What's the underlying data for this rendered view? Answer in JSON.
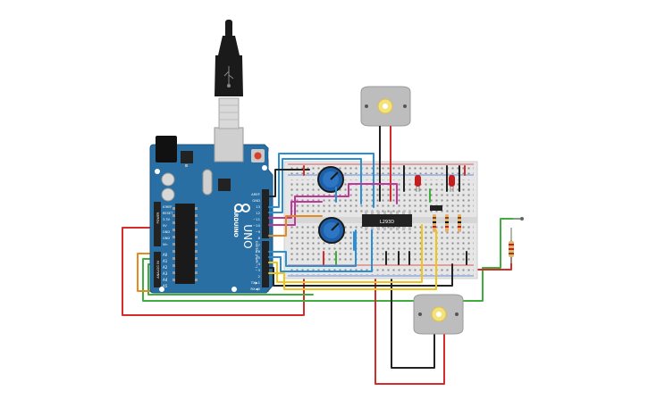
{
  "arduino": {
    "brand": "ARDUINO",
    "model": "UNO",
    "reset_label": "RESET",
    "power_header_labels": [
      "IOREF",
      "RESET",
      "3.3V",
      "5V",
      "GND",
      "GND",
      "Vin"
    ],
    "analog_header_labels": [
      "A0",
      "A1",
      "A2",
      "A3",
      "A4",
      "A5"
    ],
    "digital_top_labels": [
      "AREF",
      "GND",
      "13",
      "12",
      "~11",
      "~10",
      "~9",
      "8"
    ],
    "digital_bottom_labels": [
      "7",
      "~6",
      "~5",
      "4",
      "~3",
      "2",
      "TX▶1",
      "RX◀0"
    ],
    "digital_section_label": "DIGITAL (PWM ~)",
    "power_section_label": "POWER",
    "analog_section_label": "ANALOG IN"
  },
  "breadboard": {
    "chip_label": "L293D"
  },
  "colors": {
    "board_blue": "#2a6fa3",
    "breadboard": "#e6e6e6",
    "wire_red": "#d42b2b",
    "wire_green": "#3fae3f",
    "wire_yellow": "#f0c419",
    "wire_blue": "#2b8fd4",
    "wire_black": "#222222",
    "wire_magenta": "#c0399a",
    "wire_orange": "#e58a1f",
    "pot_blue": "#1e5fa8",
    "motor_gray": "#bdbdbd",
    "led_red": "#c41e1e"
  },
  "icons": {
    "usb": "usb-plug-icon",
    "motor": "dc-motor-icon",
    "potentiometer": "potentiometer-icon",
    "led": "led-icon",
    "resistor": "resistor-icon"
  }
}
